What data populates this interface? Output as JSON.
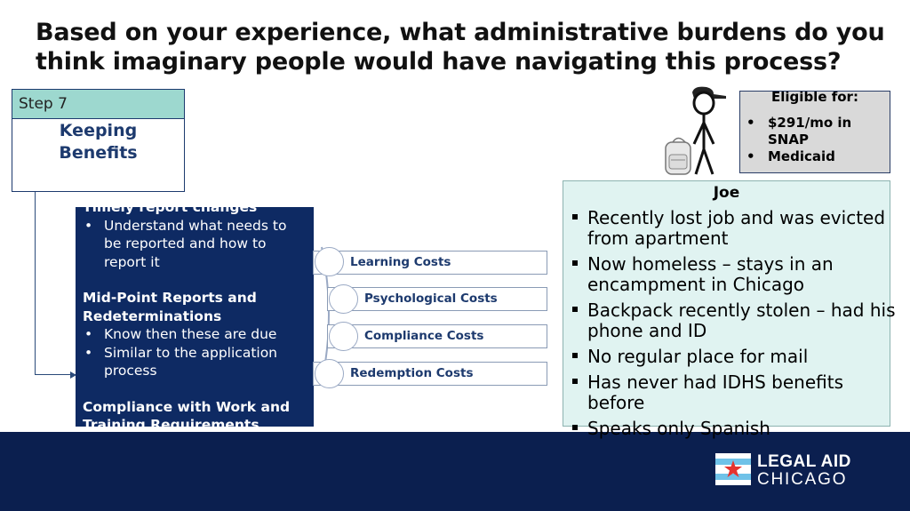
{
  "title": "Based on your experience, what administrative burdens do you think imaginary people would have navigating this process?",
  "step": {
    "tab": "Step 7",
    "name_line1": "Keeping",
    "name_line2": "Benefits"
  },
  "duties": {
    "section1_heading": "Timely report changes",
    "section1_items": [
      "Understand what needs to be reported and how to report it"
    ],
    "section2_heading_line1": "Mid-Point Reports and",
    "section2_heading_line2": "Redeterminations",
    "section2_items": [
      "Know then these are due",
      "Similar to the application process"
    ],
    "section3_heading_line1": "Compliance with Work and",
    "section3_heading_line2": "Training Requirements"
  },
  "costs": [
    "Learning Costs",
    "Psychological Costs",
    "Compliance Costs",
    "Redemption Costs"
  ],
  "eligibility": {
    "heading": "Eligible for:",
    "items": [
      "$291/mo in SNAP",
      "Medicaid"
    ]
  },
  "persona": {
    "name": "Joe",
    "facts": [
      "Recently lost job and was evicted from apartment",
      "Now homeless – stays in an encampment in Chicago",
      "Backpack recently stolen – had his phone and ID",
      "No regular place for mail",
      "Has never had IDHS benefits before",
      "Speaks only Spanish"
    ]
  },
  "logo": {
    "line1": "LEGAL AID",
    "line2": "CHICAGO"
  },
  "colors": {
    "navy": "#0e2a63",
    "teal": "#9dd8cf",
    "mint": "#e0f3f1",
    "footer": "#0b1f4f",
    "flag_red": "#e5342f",
    "flag_blue": "#6fc2e8"
  }
}
